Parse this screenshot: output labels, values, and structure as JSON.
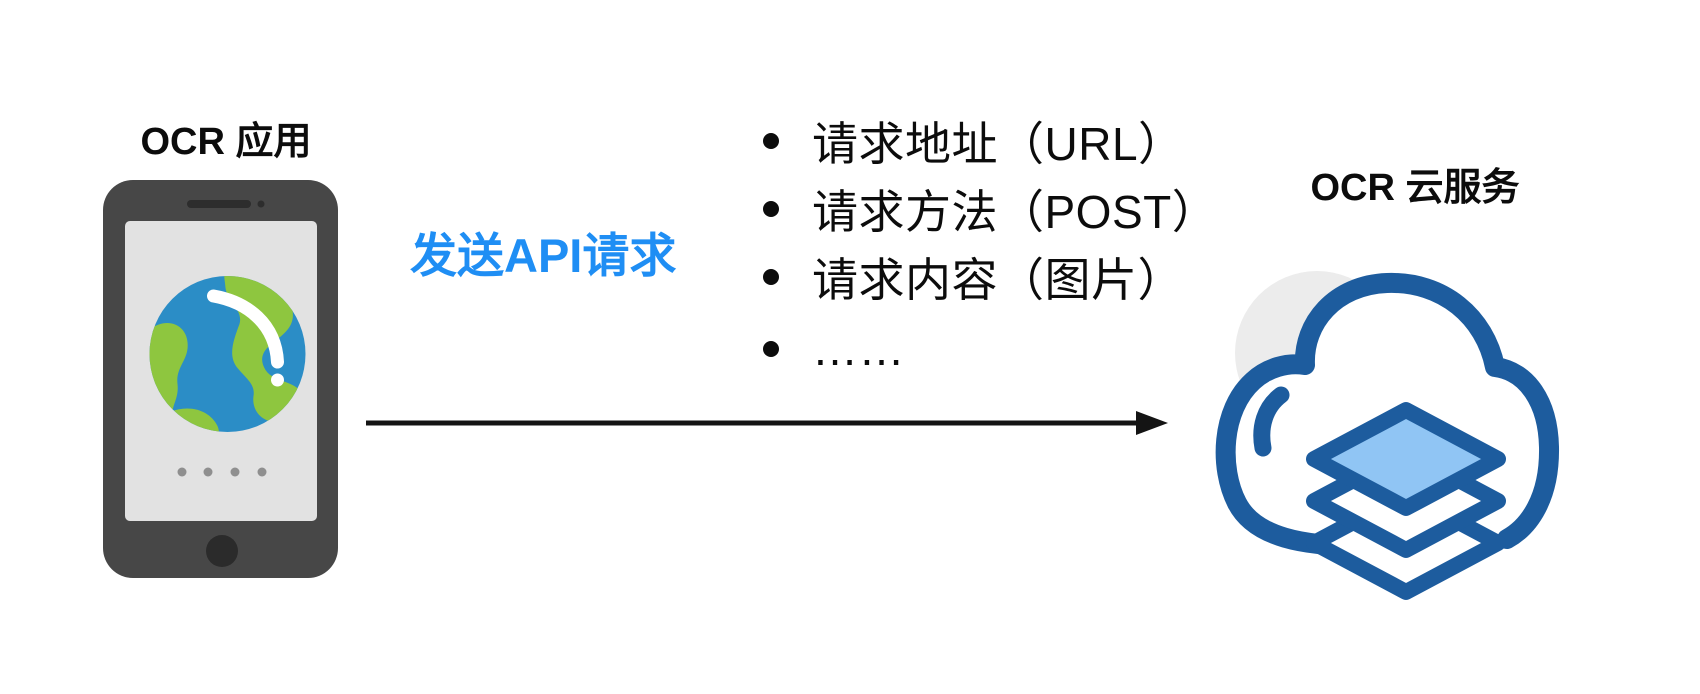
{
  "diagram": {
    "app": {
      "label": "OCR 应用"
    },
    "request": {
      "label": "发送API请求",
      "bullets": [
        "请求地址（URL）",
        "请求方法（POST）",
        "请求内容（图片）",
        "……"
      ]
    },
    "cloud": {
      "label": "OCR 云服务"
    }
  },
  "colors": {
    "accent_blue": "#1F8EF4",
    "cloud_outline_blue": "#1D5C9E",
    "layer_fill_blue": "#90C5F4",
    "backdrop_gray": "#ECECEC",
    "phone_body": "#474747",
    "phone_screen": "#E2E2E2",
    "globe_ocean": "#2B8DC6",
    "globe_land": "#8EC63F",
    "arrow_black": "#141414"
  }
}
